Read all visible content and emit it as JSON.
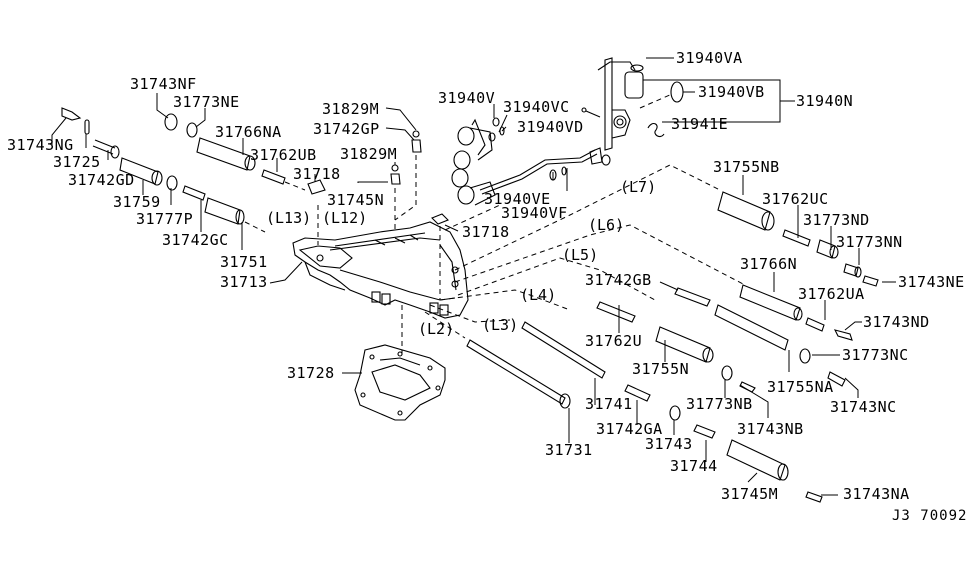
{
  "diagram": {
    "title": "Control valve (A/T) exploded parts diagram",
    "diagram_code": "J3 70092",
    "part_labels": [
      {
        "id": "31743NF",
        "text": "31743NF"
      },
      {
        "id": "31773NE",
        "text": "31773NE"
      },
      {
        "id": "31743NG",
        "text": "31743NG"
      },
      {
        "id": "31725",
        "text": "31725"
      },
      {
        "id": "31742GD",
        "text": "31742GD"
      },
      {
        "id": "31766NA",
        "text": "31766NA"
      },
      {
        "id": "31762UB",
        "text": "31762UB"
      },
      {
        "id": "31759",
        "text": "31759"
      },
      {
        "id": "31777P",
        "text": "31777P"
      },
      {
        "id": "31742GC",
        "text": "31742GC"
      },
      {
        "id": "31718a",
        "text": "31718"
      },
      {
        "id": "31751",
        "text": "31751"
      },
      {
        "id": "31713",
        "text": "31713"
      },
      {
        "id": "31829Ma",
        "text": "31829M"
      },
      {
        "id": "31742GP",
        "text": "31742GP"
      },
      {
        "id": "31829Mb",
        "text": "31829M"
      },
      {
        "id": "31745N",
        "text": "31745N"
      },
      {
        "id": "31718b",
        "text": "31718"
      },
      {
        "id": "31940V",
        "text": "31940V"
      },
      {
        "id": "31940VC",
        "text": "31940VC"
      },
      {
        "id": "31940VD",
        "text": "31940VD"
      },
      {
        "id": "31940VE",
        "text": "31940VE"
      },
      {
        "id": "31940VF",
        "text": "31940VF"
      },
      {
        "id": "31940VA",
        "text": "31940VA"
      },
      {
        "id": "31940VB",
        "text": "31940VB"
      },
      {
        "id": "31940N",
        "text": "31940N"
      },
      {
        "id": "31941E",
        "text": "31941E"
      },
      {
        "id": "31755NB",
        "text": "31755NB"
      },
      {
        "id": "31762UC",
        "text": "31762UC"
      },
      {
        "id": "31773ND",
        "text": "31773ND"
      },
      {
        "id": "31773NN",
        "text": "31773NN"
      },
      {
        "id": "31743NE",
        "text": "31743NE"
      },
      {
        "id": "31766N",
        "text": "31766N"
      },
      {
        "id": "31762UA",
        "text": "31762UA"
      },
      {
        "id": "31743ND",
        "text": "31743ND"
      },
      {
        "id": "31742GB",
        "text": "31742GB"
      },
      {
        "id": "31762U",
        "text": "31762U"
      },
      {
        "id": "31773NC",
        "text": "31773NC"
      },
      {
        "id": "31755N",
        "text": "31755N"
      },
      {
        "id": "31755NA",
        "text": "31755NA"
      },
      {
        "id": "31743NC",
        "text": "31743NC"
      },
      {
        "id": "31728",
        "text": "31728"
      },
      {
        "id": "31741",
        "text": "31741"
      },
      {
        "id": "31773NB",
        "text": "31773NB"
      },
      {
        "id": "31743NB",
        "text": "31743NB"
      },
      {
        "id": "31742GA",
        "text": "31742GA"
      },
      {
        "id": "31743",
        "text": "31743"
      },
      {
        "id": "31731",
        "text": "31731"
      },
      {
        "id": "31744",
        "text": "31744"
      },
      {
        "id": "31745M",
        "text": "31745M"
      },
      {
        "id": "31743NA",
        "text": "31743NA"
      }
    ],
    "line_group_labels": [
      {
        "id": "L13",
        "text": "(L13)"
      },
      {
        "id": "L12",
        "text": "(L12)"
      },
      {
        "id": "L7",
        "text": "(L7)"
      },
      {
        "id": "L6",
        "text": "(L6)"
      },
      {
        "id": "L5",
        "text": "(L5)"
      },
      {
        "id": "L4",
        "text": "(L4)"
      },
      {
        "id": "L3",
        "text": "(L3)"
      },
      {
        "id": "L2",
        "text": "(L2)"
      }
    ]
  }
}
